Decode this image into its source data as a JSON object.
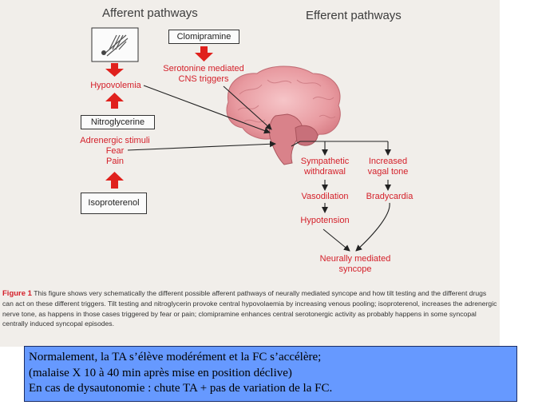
{
  "diagram": {
    "afferent_title": "Afferent pathways",
    "efferent_title": "Efferent pathways",
    "boxes": {
      "clomipramine": "Clomipramine",
      "nitroglycerine": "Nitroglycerine",
      "isoproterenol": "Isoproterenol"
    },
    "labels": {
      "serotonine_1": "Serotonine mediated",
      "serotonine_2": "CNS triggers",
      "hypovolemia": "Hypovolemia",
      "adrenergic": "Adrenergic stimuli",
      "fear": "Fear",
      "pain": "Pain",
      "sympathetic_1": "Sympathetic",
      "sympathetic_2": "withdrawal",
      "vagal_1": "Increased",
      "vagal_2": "vagal tone",
      "vasodilation": "Vasodilation",
      "bradycardia": "Bradycardia",
      "hypotension": "Hypotension",
      "syncope_1": "Neurally mediated",
      "syncope_2": "syncope"
    },
    "colors": {
      "accent_red": "#d4202a",
      "arrow_red": "#e0211d",
      "brain": "#e89aa0"
    }
  },
  "caption": {
    "figure_label": "Figure 1",
    "text": "This figure shows very schematically the different possible afferent pathways of neurally mediated syncope and how tilt testing and the different drugs can act on these different triggers. Tilt testing and nitroglycerin provoke central hypovolaemia by increasing venous pooling; isoproterenol, increases the adrenergic nerve tone, as happens in those cases triggered by fear or pain; clomipramine enhances central serotonergic activity as probably happens in some syncopal centrally induced syncopal episodes."
  },
  "note": {
    "line1": "Normalement, la TA s’élève modérément et la FC s’accélère;",
    "line2": "(malaise X 10 à 40 min après mise  en position  déclive)",
    "line3": "En cas de dysautonomie : chute TA + pas de variation de la FC.",
    "background": "#6699ff"
  }
}
